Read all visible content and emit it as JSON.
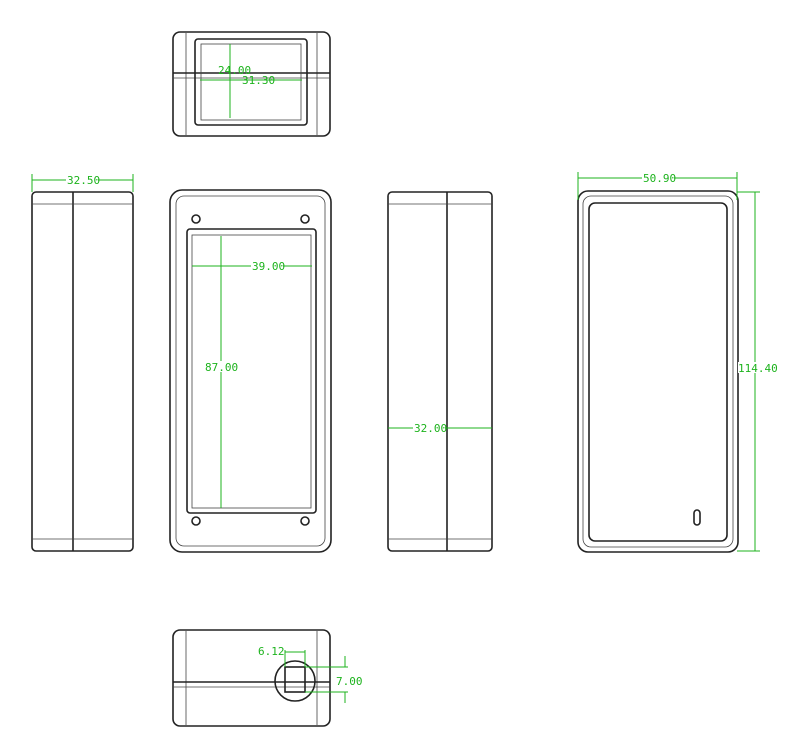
{
  "dimensions": {
    "top_view": {
      "height": "24.00",
      "width": "31.30"
    },
    "left_view": {
      "width": "32.50"
    },
    "front_view": {
      "window_width": "39.00",
      "window_height": "87.00"
    },
    "right_view": {
      "depth": "32.00"
    },
    "back_view": {
      "width": "50.90",
      "height": "114.40"
    },
    "bottom_view": {
      "hole_width": "6.12",
      "hole_height": "7.00"
    }
  },
  "colors": {
    "outline": "#222222",
    "dimension": "#1db31d"
  }
}
